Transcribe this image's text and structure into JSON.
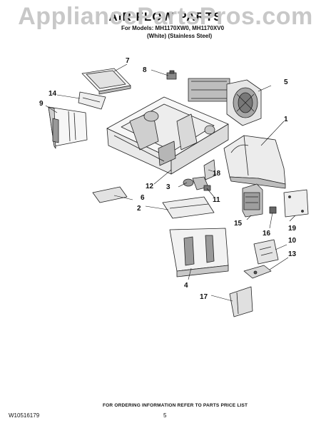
{
  "watermark": "AppliancePartsPros.com",
  "header": {
    "title": "AIR FLOW PARTS",
    "models_line": "For Models: MH1170XW0, MH1170XV0",
    "variants_line": "(White)  (Stainless Steel)"
  },
  "callouts": [
    "1",
    "2",
    "3",
    "4",
    "5",
    "6",
    "7",
    "8",
    "9",
    "10",
    "11",
    "12",
    "13",
    "14",
    "15",
    "16",
    "17",
    "18",
    "19"
  ],
  "footer": {
    "ordering_note": "FOR ORDERING INFORMATION REFER TO PARTS PRICE LIST",
    "document_number": "W10516179",
    "page_number": "5"
  }
}
